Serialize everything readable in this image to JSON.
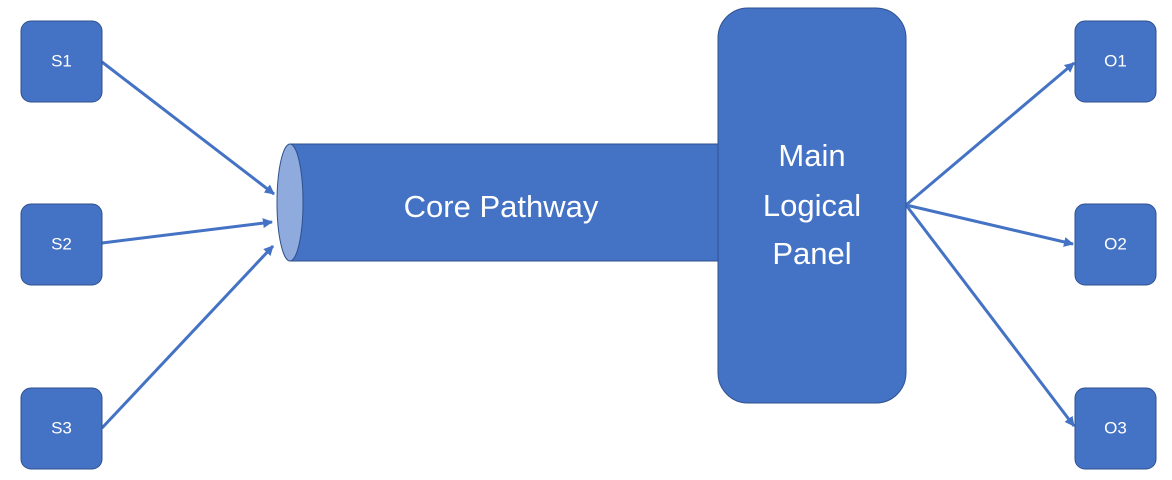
{
  "colors": {
    "node_fill": "#4472C4",
    "node_border": "#2F528F",
    "cylinder_cap": "#8FAADC",
    "arrow": "#4472C4",
    "text": "#FFFFFF",
    "background": "#FFFFFF"
  },
  "sources": [
    {
      "label": "S1"
    },
    {
      "label": "S2"
    },
    {
      "label": "S3"
    }
  ],
  "core_pathway": {
    "label": "Core Pathway",
    "shape": "cylinder"
  },
  "main_panel": {
    "lines": [
      "Main",
      "Logical",
      "Panel"
    ]
  },
  "outputs": [
    {
      "label": "O1"
    },
    {
      "label": "O2"
    },
    {
      "label": "O3"
    }
  ],
  "edges": [
    {
      "from": "S1",
      "to": "Core Pathway"
    },
    {
      "from": "S2",
      "to": "Core Pathway"
    },
    {
      "from": "S3",
      "to": "Core Pathway"
    },
    {
      "from": "Main Logical Panel",
      "to": "O1"
    },
    {
      "from": "Main Logical Panel",
      "to": "O2"
    },
    {
      "from": "Main Logical Panel",
      "to": "O3"
    }
  ]
}
